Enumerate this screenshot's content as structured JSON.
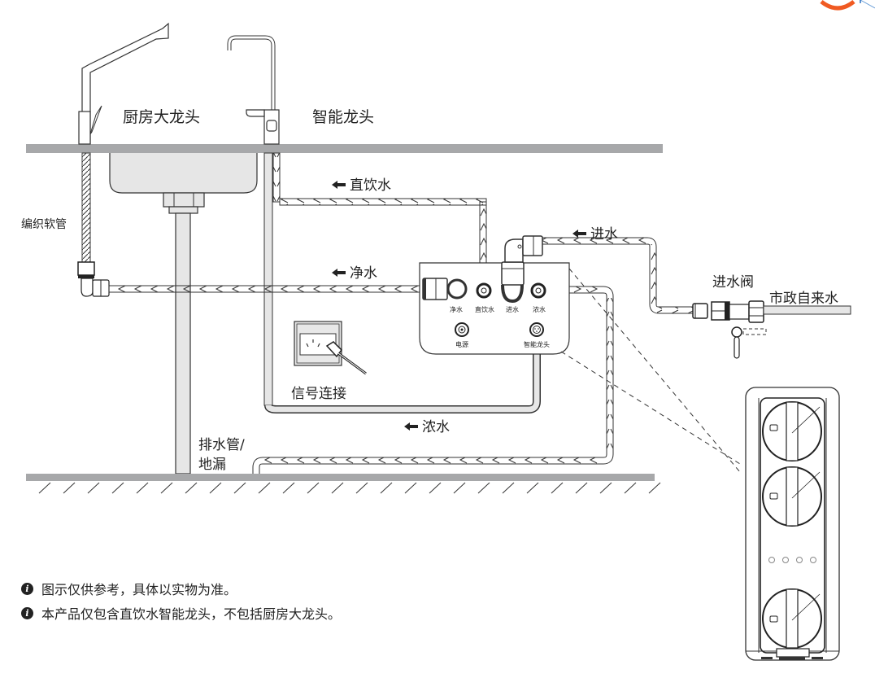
{
  "labels": {
    "kitchen_faucet": "厨房大龙头",
    "smart_faucet": "智能龙头",
    "braided_hose": "编织软管",
    "direct_drinking_water": "直饮水",
    "pure_water": "净水",
    "inlet_water": "进水",
    "inlet_valve": "进水阀",
    "municipal_water": "市政自来水",
    "signal_connection": "信号连接",
    "concentrate_water": "浓水",
    "drain_line1": "排水管/",
    "drain_line2": "地漏"
  },
  "panel_ports": {
    "pure_water": "净水",
    "direct_drinking": "直饮水",
    "inlet": "进水",
    "concentrate": "浓水",
    "power": "电源",
    "smart_faucet": "智能龙头"
  },
  "notes": [
    "图示仅供参考，具体以实物为准。",
    "本产品仅包含直饮水智能龙头，不包括厨房大龙头。"
  ],
  "colors": {
    "counter": "#a7a8aa",
    "pipe_fill": "#e6e6e6",
    "line": "#333333",
    "logo_accent": "#f05a22"
  }
}
